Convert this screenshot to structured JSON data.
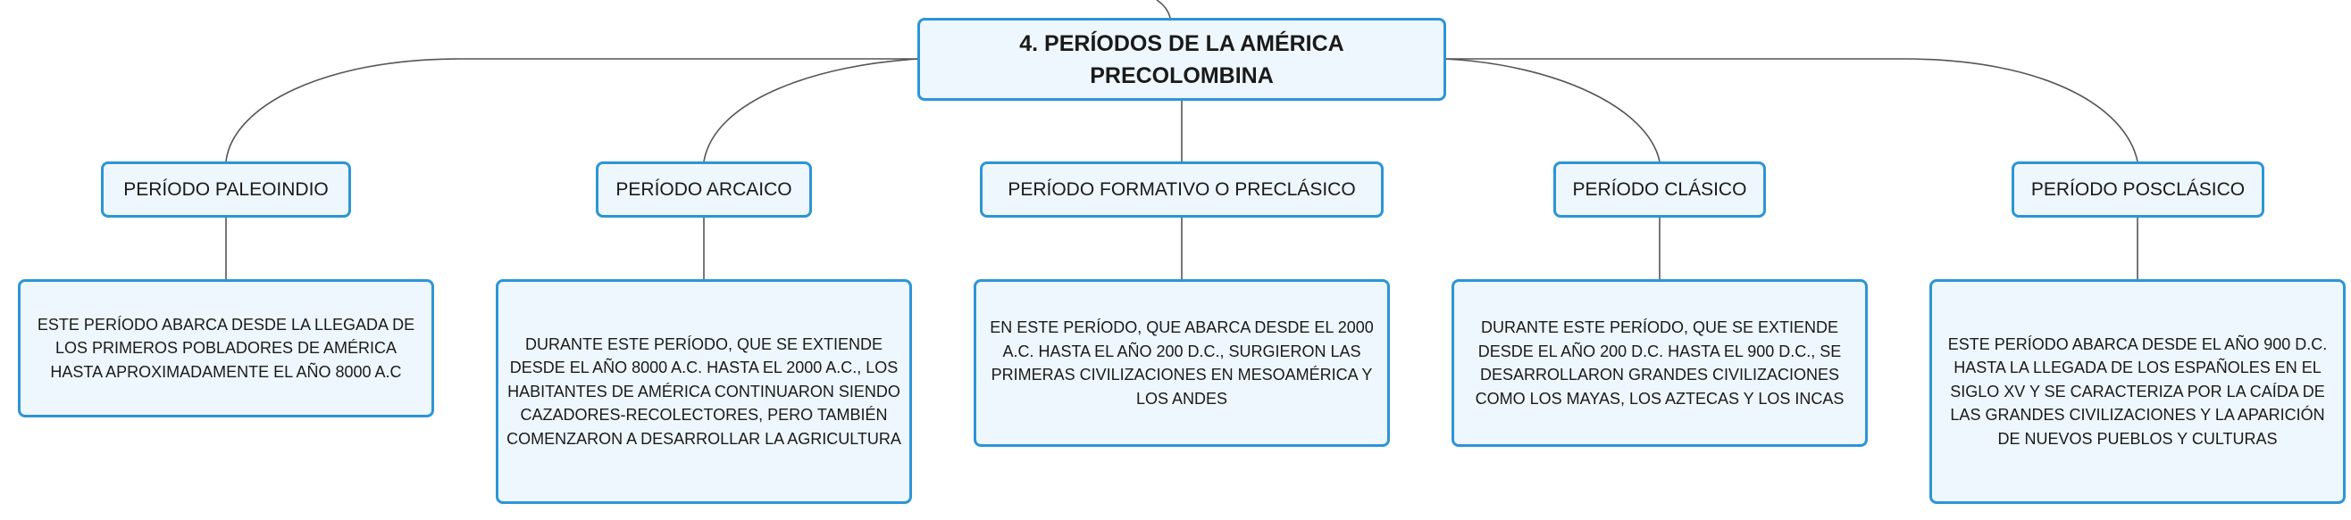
{
  "root": {
    "title": "4. PERÍODOS DE LA AMÉRICA PRECOLOMBINA"
  },
  "periods": [
    {
      "label": "PERÍODO PALEOINDIO",
      "description": "ESTE PERÍODO ABARCA DESDE LA LLEGADA DE LOS PRIMEROS POBLADORES DE AMÉRICA HASTA APROXIMADAMENTE EL AÑO 8000 A.C"
    },
    {
      "label": "PERÍODO ARCAICO",
      "description": "DURANTE ESTE PERÍODO, QUE SE EXTIENDE DESDE EL AÑO 8000 A.C. HASTA EL 2000 A.C., LOS HABITANTES DE AMÉRICA CONTINUARON SIENDO CAZADORES-RECOLECTORES, PERO TAMBIÉN COMENZARON A DESARROLLAR LA AGRICULTURA"
    },
    {
      "label": "PERÍODO FORMATIVO O PRECLÁSICO",
      "description": "EN ESTE PERÍODO, QUE ABARCA DESDE EL 2000 A.C. HASTA EL AÑO 200 D.C., SURGIERON LAS PRIMERAS CIVILIZACIONES EN MESOAMÉRICA Y LOS ANDES"
    },
    {
      "label": "PERÍODO CLÁSICO",
      "description": "DURANTE ESTE PERÍODO, QUE SE EXTIENDE DESDE EL AÑO 200 D.C. HASTA EL 900 D.C., SE DESARROLLARON GRANDES CIVILIZACIONES COMO LOS MAYAS, LOS AZTECAS Y LOS INCAS"
    },
    {
      "label": "PERÍODO POSCLÁSICO",
      "description": "ESTE PERÍODO ABARCA DESDE EL AÑO 900 D.C. HASTA LA LLEGADA DE LOS ESPAÑOLES EN EL SIGLO XV Y SE CARACTERIZA POR LA CAÍDA DE LAS GRANDES CIVILIZACIONES Y LA APARICIÓN DE NUEVOS PUEBLOS Y CULTURAS"
    }
  ],
  "colors": {
    "node_border": "#2d95d6",
    "node_fill": "#eef7fd",
    "connector": "#555555"
  }
}
